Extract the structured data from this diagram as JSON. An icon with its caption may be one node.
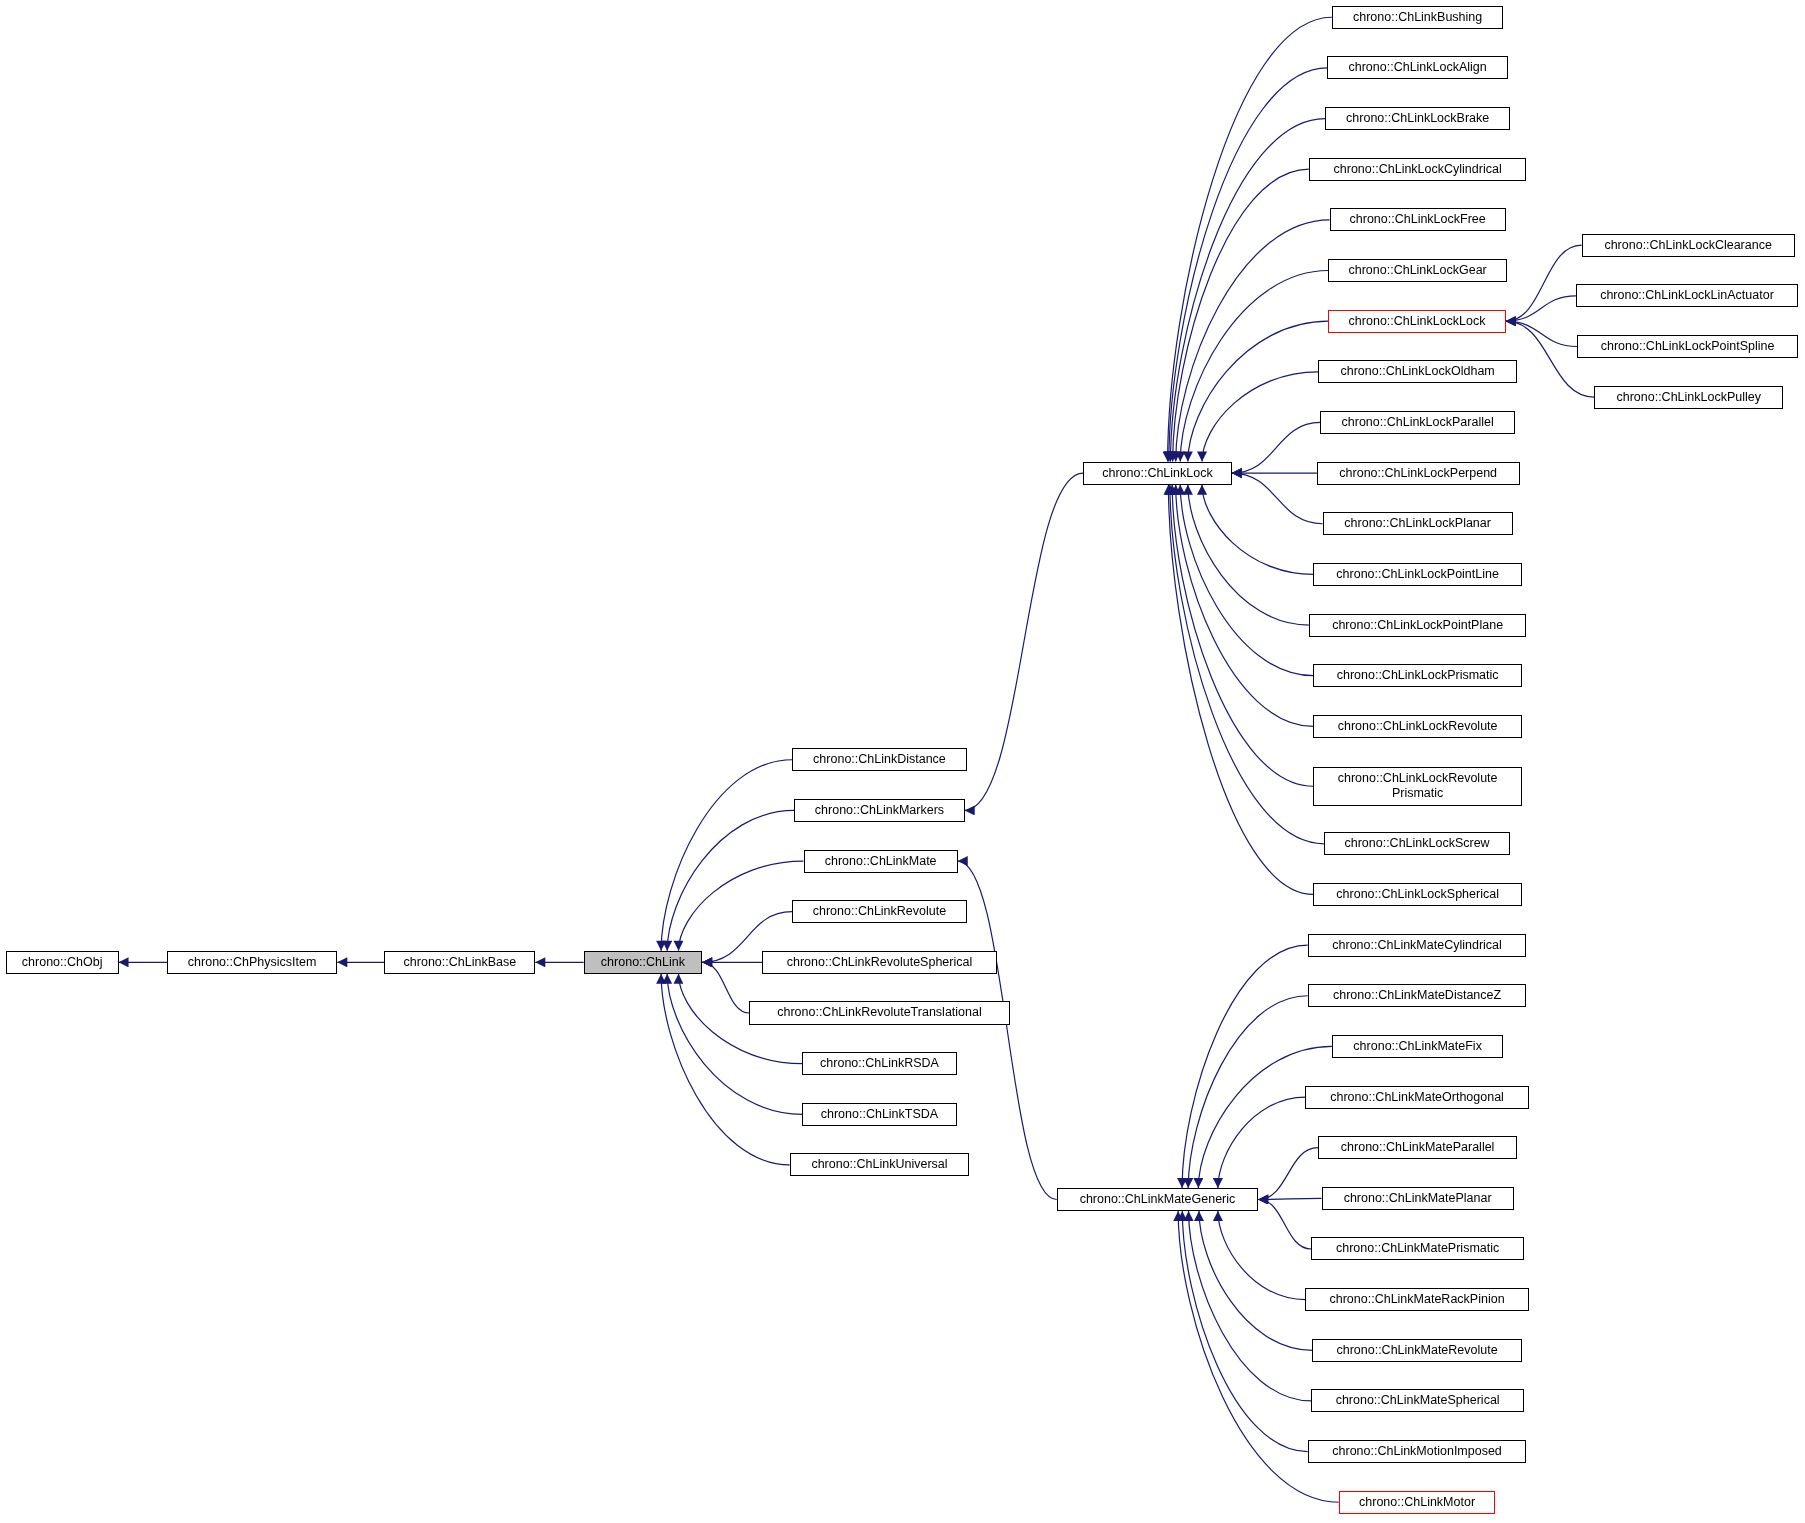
{
  "diagram": {
    "nodes": [
      {
        "text": [
          "chrono::ChObj"
        ]
      },
      {
        "text": [
          "chrono::ChPhysicsItem"
        ]
      },
      {
        "text": [
          "chrono::ChLinkBase"
        ]
      },
      {
        "text": [
          "chrono::ChLink"
        ]
      },
      {
        "text": [
          "chrono::ChLinkDistance"
        ]
      },
      {
        "text": [
          "chrono::ChLinkMarkers"
        ]
      },
      {
        "text": [
          "chrono::ChLinkMate"
        ]
      },
      {
        "text": [
          "chrono::ChLinkRevolute"
        ]
      },
      {
        "text": [
          "chrono::ChLinkRevoluteSpherical"
        ]
      },
      {
        "text": [
          "chrono::ChLinkRevoluteTranslational"
        ]
      },
      {
        "text": [
          "chrono::ChLinkRSDA"
        ]
      },
      {
        "text": [
          "chrono::ChLinkTSDA"
        ]
      },
      {
        "text": [
          "chrono::ChLinkUniversal"
        ]
      },
      {
        "text": [
          "chrono::ChLinkLock"
        ]
      },
      {
        "text": [
          "chrono::ChLinkBushing"
        ]
      },
      {
        "text": [
          "chrono::ChLinkLockAlign"
        ]
      },
      {
        "text": [
          "chrono::ChLinkLockBrake"
        ]
      },
      {
        "text": [
          "chrono::ChLinkLockCylindrical"
        ]
      },
      {
        "text": [
          "chrono::ChLinkLockFree"
        ]
      },
      {
        "text": [
          "chrono::ChLinkLockGear"
        ]
      },
      {
        "text": [
          "chrono::ChLinkLockLock"
        ]
      },
      {
        "text": [
          "chrono::ChLinkLockOldham"
        ]
      },
      {
        "text": [
          "chrono::ChLinkLockParallel"
        ]
      },
      {
        "text": [
          "chrono::ChLinkLockPerpend"
        ]
      },
      {
        "text": [
          "chrono::ChLinkLockPlanar"
        ]
      },
      {
        "text": [
          "chrono::ChLinkLockPointLine"
        ]
      },
      {
        "text": [
          "chrono::ChLinkLockPointPlane"
        ]
      },
      {
        "text": [
          "chrono::ChLinkLockPrismatic"
        ]
      },
      {
        "text": [
          "chrono::ChLinkLockRevolute"
        ]
      },
      {
        "text": [
          "chrono::ChLinkLockRevolute Prismatic"
        ]
      },
      {
        "text": [
          "chrono::ChLinkLockScrew"
        ]
      },
      {
        "text": [
          "chrono::ChLinkLockSpherical"
        ]
      },
      {
        "text": [
          "chrono::ChLinkLockClearance"
        ]
      },
      {
        "text": [
          "chrono::ChLinkLockLinActuator"
        ]
      },
      {
        "text": [
          "chrono::ChLinkLockPointSpline"
        ]
      },
      {
        "text": [
          "chrono::ChLinkLockPulley"
        ]
      },
      {
        "text": [
          "chrono::ChLinkMateGeneric"
        ]
      },
      {
        "text": [
          "chrono::ChLinkMateCylindrical"
        ]
      },
      {
        "text": [
          "chrono::ChLinkMateDistanceZ"
        ]
      },
      {
        "text": [
          "chrono::ChLinkMateFix"
        ]
      },
      {
        "text": [
          "chrono::ChLinkMateOrthogonal"
        ]
      },
      {
        "text": [
          "chrono::ChLinkMateParallel"
        ]
      },
      {
        "text": [
          "chrono::ChLinkMatePlanar"
        ]
      },
      {
        "text": [
          "chrono::ChLinkMatePrismatic"
        ]
      },
      {
        "text": [
          "chrono::ChLinkMateRackPinion"
        ]
      },
      {
        "text": [
          "chrono::ChLinkMateRevolute"
        ]
      },
      {
        "text": [
          "chrono::ChLinkMateSpherical"
        ]
      },
      {
        "text": [
          "chrono::ChLinkMotionImposed"
        ]
      },
      {
        "text": [
          "chrono::ChLinkMotor"
        ]
      }
    ],
    "edges": [
      {
        "from": 1,
        "to": 0,
        "arrow": "to"
      },
      {
        "from": 2,
        "to": 1,
        "arrow": "to"
      },
      {
        "from": 3,
        "to": 2,
        "arrow": "to"
      },
      {
        "from": 4,
        "to": 3,
        "arrow": "to"
      },
      {
        "from": 5,
        "to": 3,
        "arrow": "to"
      },
      {
        "from": 6,
        "to": 3,
        "arrow": "to"
      },
      {
        "from": 7,
        "to": 3,
        "arrow": "to"
      },
      {
        "from": 8,
        "to": 3,
        "arrow": "to"
      },
      {
        "from": 9,
        "to": 3,
        "arrow": "to"
      },
      {
        "from": 10,
        "to": 3,
        "arrow": "to"
      },
      {
        "from": 11,
        "to": 3,
        "arrow": "to"
      },
      {
        "from": 12,
        "to": 3,
        "arrow": "to"
      },
      {
        "from": 13,
        "to": 5,
        "arrow": "to"
      },
      {
        "from": 14,
        "to": 13,
        "arrow": "to"
      },
      {
        "from": 15,
        "to": 13,
        "arrow": "to"
      },
      {
        "from": 16,
        "to": 13,
        "arrow": "to"
      },
      {
        "from": 17,
        "to": 13,
        "arrow": "to"
      },
      {
        "from": 18,
        "to": 13,
        "arrow": "to"
      },
      {
        "from": 19,
        "to": 13,
        "arrow": "to"
      },
      {
        "from": 20,
        "to": 13,
        "arrow": "to"
      },
      {
        "from": 21,
        "to": 13,
        "arrow": "to"
      },
      {
        "from": 22,
        "to": 13,
        "arrow": "to"
      },
      {
        "from": 23,
        "to": 13,
        "arrow": "to"
      },
      {
        "from": 24,
        "to": 13,
        "arrow": "to"
      },
      {
        "from": 25,
        "to": 13,
        "arrow": "to"
      },
      {
        "from": 26,
        "to": 13,
        "arrow": "to"
      },
      {
        "from": 27,
        "to": 13,
        "arrow": "to"
      },
      {
        "from": 28,
        "to": 13,
        "arrow": "to"
      },
      {
        "from": 29,
        "to": 13,
        "arrow": "to"
      },
      {
        "from": 30,
        "to": 13,
        "arrow": "to"
      },
      {
        "from": 31,
        "to": 13,
        "arrow": "to"
      },
      {
        "from": 32,
        "to": 20,
        "arrow": "to"
      },
      {
        "from": 33,
        "to": 20,
        "arrow": "to"
      },
      {
        "from": 34,
        "to": 20,
        "arrow": "to"
      },
      {
        "from": 35,
        "to": 20,
        "arrow": "to"
      },
      {
        "from": 36,
        "to": 6,
        "arrow": "to"
      },
      {
        "from": 37,
        "to": 36,
        "arrow": "to"
      },
      {
        "from": 38,
        "to": 36,
        "arrow": "to"
      },
      {
        "from": 39,
        "to": 36,
        "arrow": "to"
      },
      {
        "from": 40,
        "to": 36,
        "arrow": "to"
      },
      {
        "from": 41,
        "to": 36,
        "arrow": "to"
      },
      {
        "from": 42,
        "to": 36,
        "arrow": "to"
      },
      {
        "from": 43,
        "to": 36,
        "arrow": "to"
      },
      {
        "from": 44,
        "to": 36,
        "arrow": "to"
      },
      {
        "from": 45,
        "to": 36,
        "arrow": "to"
      },
      {
        "from": 46,
        "to": 36,
        "arrow": "to"
      },
      {
        "from": 47,
        "to": 36,
        "arrow": "to"
      },
      {
        "from": 48,
        "to": 36,
        "arrow": "to"
      }
    ]
  }
}
